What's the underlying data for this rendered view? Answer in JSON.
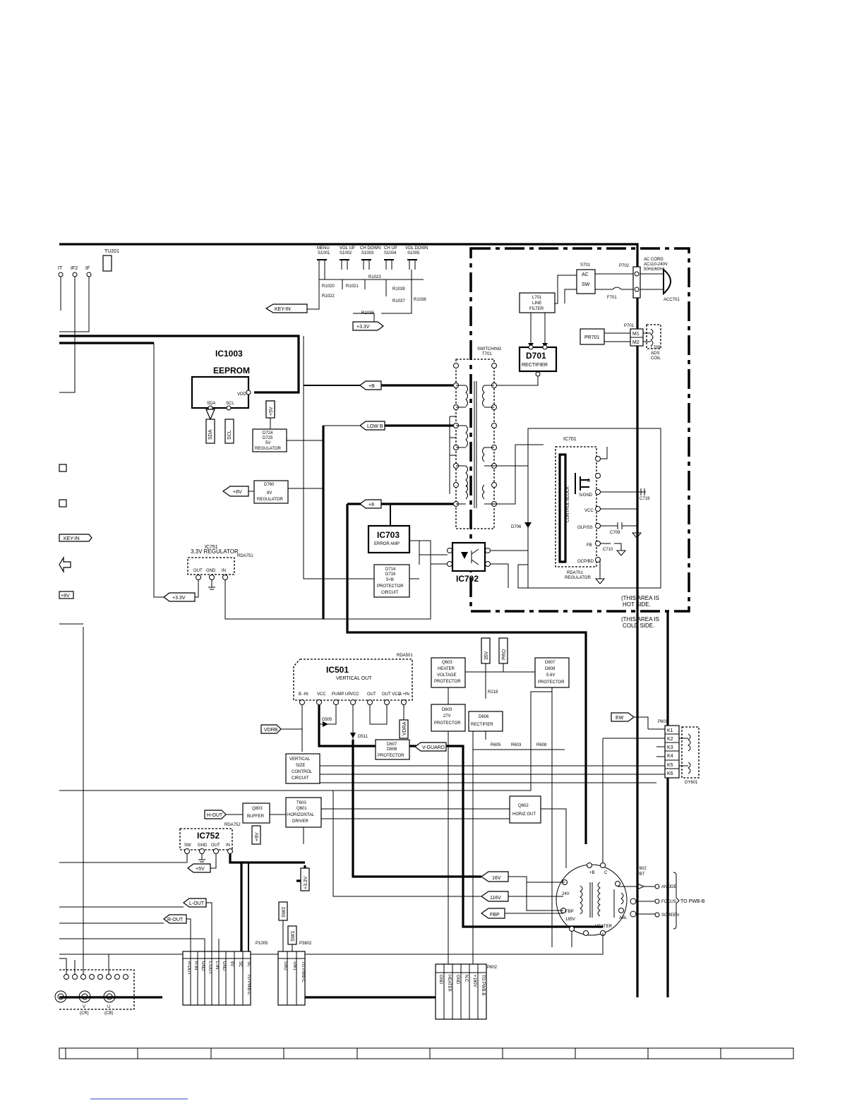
{
  "tuner": {
    "ref": "TU201",
    "pins": [
      "IT",
      "IF2",
      "IF"
    ]
  },
  "keys": {
    "labels": [
      "MENU",
      "VOL UP",
      "CH DOWN",
      "CH UP",
      "VOL DOWN"
    ],
    "refs": [
      "S1001",
      "S1002",
      "S1003",
      "S1004",
      "S1005"
    ],
    "resistors": [
      "R1020",
      "R1021",
      "R1022",
      "R1023",
      "R1039",
      "R1038",
      "R1037",
      "R1036"
    ],
    "key_in": "KEY-IN",
    "supply": "+3.3V"
  },
  "eeprom": {
    "ref": "IC1003",
    "name": "EEPROM",
    "pin_vdd": "VDD",
    "pin_sda": "SDA",
    "pin_scl": "SCL",
    "sda": "SDA",
    "scl": "SCL",
    "supply": "+5V"
  },
  "reg5v": {
    "l1": "D724",
    "l2": "D725",
    "l3": "5V",
    "l4": "REGULATOR"
  },
  "reg8v": {
    "l1": "D760",
    "l2": "8V",
    "l3": "REGULATOR",
    "out": "+8V"
  },
  "ic751": {
    "ref": "IC751",
    "name": "3.3V REGULATOR",
    "rda": "RDA751",
    "pins": [
      "OUT",
      "GND",
      "IN"
    ],
    "out": "+3.3V"
  },
  "left_labels": [
    "KEY-IN",
    "+8V"
  ],
  "power": {
    "ac": {
      "ref": "S701",
      "l1": "AC",
      "l2": "SW",
      "fuse": "F701",
      "conn": "P702",
      "cord": "AC CORD",
      "spec1": "AC110-240V",
      "spec2": "50Hz/60Hz",
      "acc": "ACC701"
    },
    "filter": {
      "l1": "L701",
      "l2": "LINE",
      "l3": "FILTER"
    },
    "rectifier": {
      "ref": "D701",
      "name": "RECTIFIER"
    },
    "pr": "PR701",
    "degauss": {
      "conn": "P701",
      "m1": "M1",
      "m2": "M2",
      "coil": "L705",
      "l1": "ADS",
      "l2": "COIL"
    },
    "transformer": {
      "l1": "SWITCHING",
      "l2": "T701"
    },
    "outputs": [
      "+B",
      "LOW B",
      "+8"
    ],
    "ic701": {
      "ref": "IC701",
      "block": "CONTROL BLOCK",
      "pins": [
        "D",
        "S/GND",
        "VCC",
        "OLP/SS",
        "FB",
        "OCP/BD"
      ],
      "rda1": "RDA701",
      "rda2": "REGULATOR",
      "caps": [
        "C719",
        "C709",
        "C710"
      ],
      "diode": "D706"
    },
    "ic703": {
      "ref": "IC703",
      "name": "ERROR AMP"
    },
    "prot": {
      "l1": "D714",
      "l2": "D716",
      "l3": "5+B",
      "l4": "PROTECTOR",
      "l5": "CIRCUIT"
    },
    "ic702": "IC702",
    "hot1": "(THIS AREA IS",
    "hot2": "HOT SIDE.",
    "cold1": "(THIS AREA IS",
    "cold2": "COLD SIDE."
  },
  "ic501": {
    "ref": "IC501",
    "name": "VERTICAL OUT",
    "rda": "RDA501",
    "pin_names": [
      "B -IN",
      "VCC",
      "PUMP UP",
      "VCC",
      "OUT",
      "OUT VCC",
      "A +IN"
    ],
    "d505": "D505",
    "d511": "D511"
  },
  "vdrb": "VDRB",
  "vdra": "VDRA",
  "vguard": "V-GUARD",
  "d607prot": {
    "l1": "D607",
    "l2": "D608",
    "l3": "PROTECTOR"
  },
  "vsize": {
    "l1": "VERTICAL",
    "l2": "SIZE",
    "l3": "CONTROL",
    "l4": "CIRCUIT"
  },
  "hprot": {
    "l1": "Q603",
    "l2": "HEATER",
    "l3": "VOLTAGE",
    "l4": "PROTECTOR"
  },
  "d603": {
    "l1": "D603",
    "l2": "27V",
    "l3": "PROTECTOR"
  },
  "d606": {
    "l1": "D606",
    "l2": "RECTIFIER"
  },
  "d56": {
    "l1": "D607",
    "l2": "D608",
    "l3": "5.6V",
    "l4": "PROTECTOR"
  },
  "v35": "35V",
  "pro": "PRO",
  "r218": "R218",
  "rs": [
    "R605",
    "R603",
    "R608"
  ],
  "defl": {
    "ew": "EW",
    "conn": "P601",
    "pins": [
      "K1",
      "K2",
      "K3",
      "K4",
      "K5",
      "K6"
    ],
    "dy": "DY601"
  },
  "hout": "H-OUT",
  "buffer": {
    "l1": "Q803",
    "l2": "BUFFER"
  },
  "driver": {
    "l1": "T603",
    "l2": "Q601",
    "l3": "HORIZONTAL",
    "l4": "DRIVER"
  },
  "horizout": {
    "l1": "Q602",
    "l2": "HORIZ OUT"
  },
  "rda752": "RDA752",
  "ic752": {
    "ref": "IC752",
    "pins": [
      "SW",
      "GND",
      "OUT",
      "IN"
    ]
  },
  "v5": "+5V",
  "v9": "+9V",
  "v33": "+3.3V",
  "v16": "16V",
  "v116": "116V",
  "fbp": "FBP",
  "sw2": "SW2",
  "sw1": "SW1",
  "fbt": {
    "ref": "T602",
    "name": "FBT",
    "anode": "ANODE",
    "focus": "FOCUS",
    "screen": "SCREEN",
    "to": "TO PWB-B",
    "inner": [
      "+B",
      "C",
      "24V",
      "FBP",
      "185V",
      "HEATER",
      "ABL"
    ]
  },
  "lout": "L-OUT",
  "rout": "R-OUT",
  "p1005": {
    "ref": "P1005",
    "to": "TO PWB-C",
    "pins": [
      "R-OUT",
      "R-IN",
      "GND",
      "L-OUT",
      "L-IN",
      "GND",
      "9V",
      "SC",
      "SC"
    ]
  },
  "p3802": {
    "ref": "P3802",
    "to": "TO PWB-C",
    "pins": [
      "SW1",
      "SW2"
    ]
  },
  "p602": {
    "ref": "P602",
    "to": "TO PWB-B",
    "pins": [
      "+180V",
      "N.C",
      "GND",
      "HEATER",
      "GND"
    ]
  },
  "av": {
    "v": "V",
    "u": "U",
    "cr": "(CR)",
    "cb": "(CB)"
  }
}
